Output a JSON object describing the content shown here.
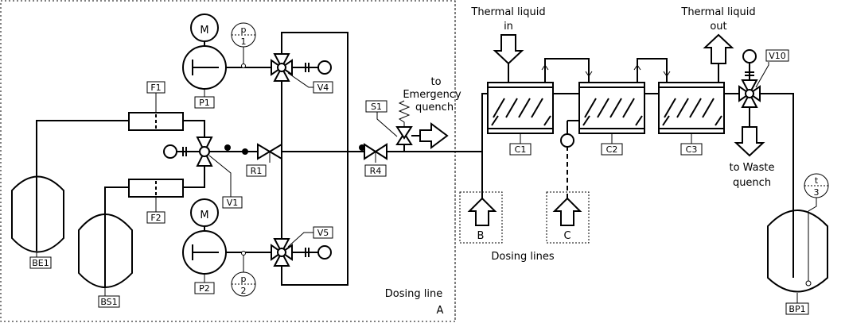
{
  "labels": {
    "thermal_in_1": "Thermal liquid",
    "thermal_in_2": "in",
    "thermal_out_1": "Thermal liquid",
    "thermal_out_2": "out",
    "to_emergency_1": "to",
    "to_emergency_2": "Emergency",
    "to_emergency_3": "quench",
    "to_waste_1": "to Waste",
    "to_waste_2": "quench",
    "dosing_line_1": "Dosing line",
    "dosing_line_2": "A",
    "dosing_lines": "Dosing lines",
    "dosing_b": "B",
    "dosing_c": "C"
  },
  "tags": {
    "be1": "BE1",
    "bs1": "BS1",
    "bp1": "BP1",
    "f1": "F1",
    "f2": "F2",
    "p1": "P1",
    "p2": "P2",
    "v1": "V1",
    "v4": "V4",
    "v5": "V5",
    "v10": "V10",
    "r1": "R1",
    "r4": "R4",
    "s1": "S1",
    "c1": "C1",
    "c2": "C2",
    "c3": "C3"
  },
  "motors": {
    "m1": "M",
    "m2": "M"
  },
  "gauges": {
    "p1_letter": "p",
    "p1_num": "1",
    "p2_letter": "p",
    "p2_num": "2",
    "t3_letter": "t",
    "t3_num": "3"
  }
}
